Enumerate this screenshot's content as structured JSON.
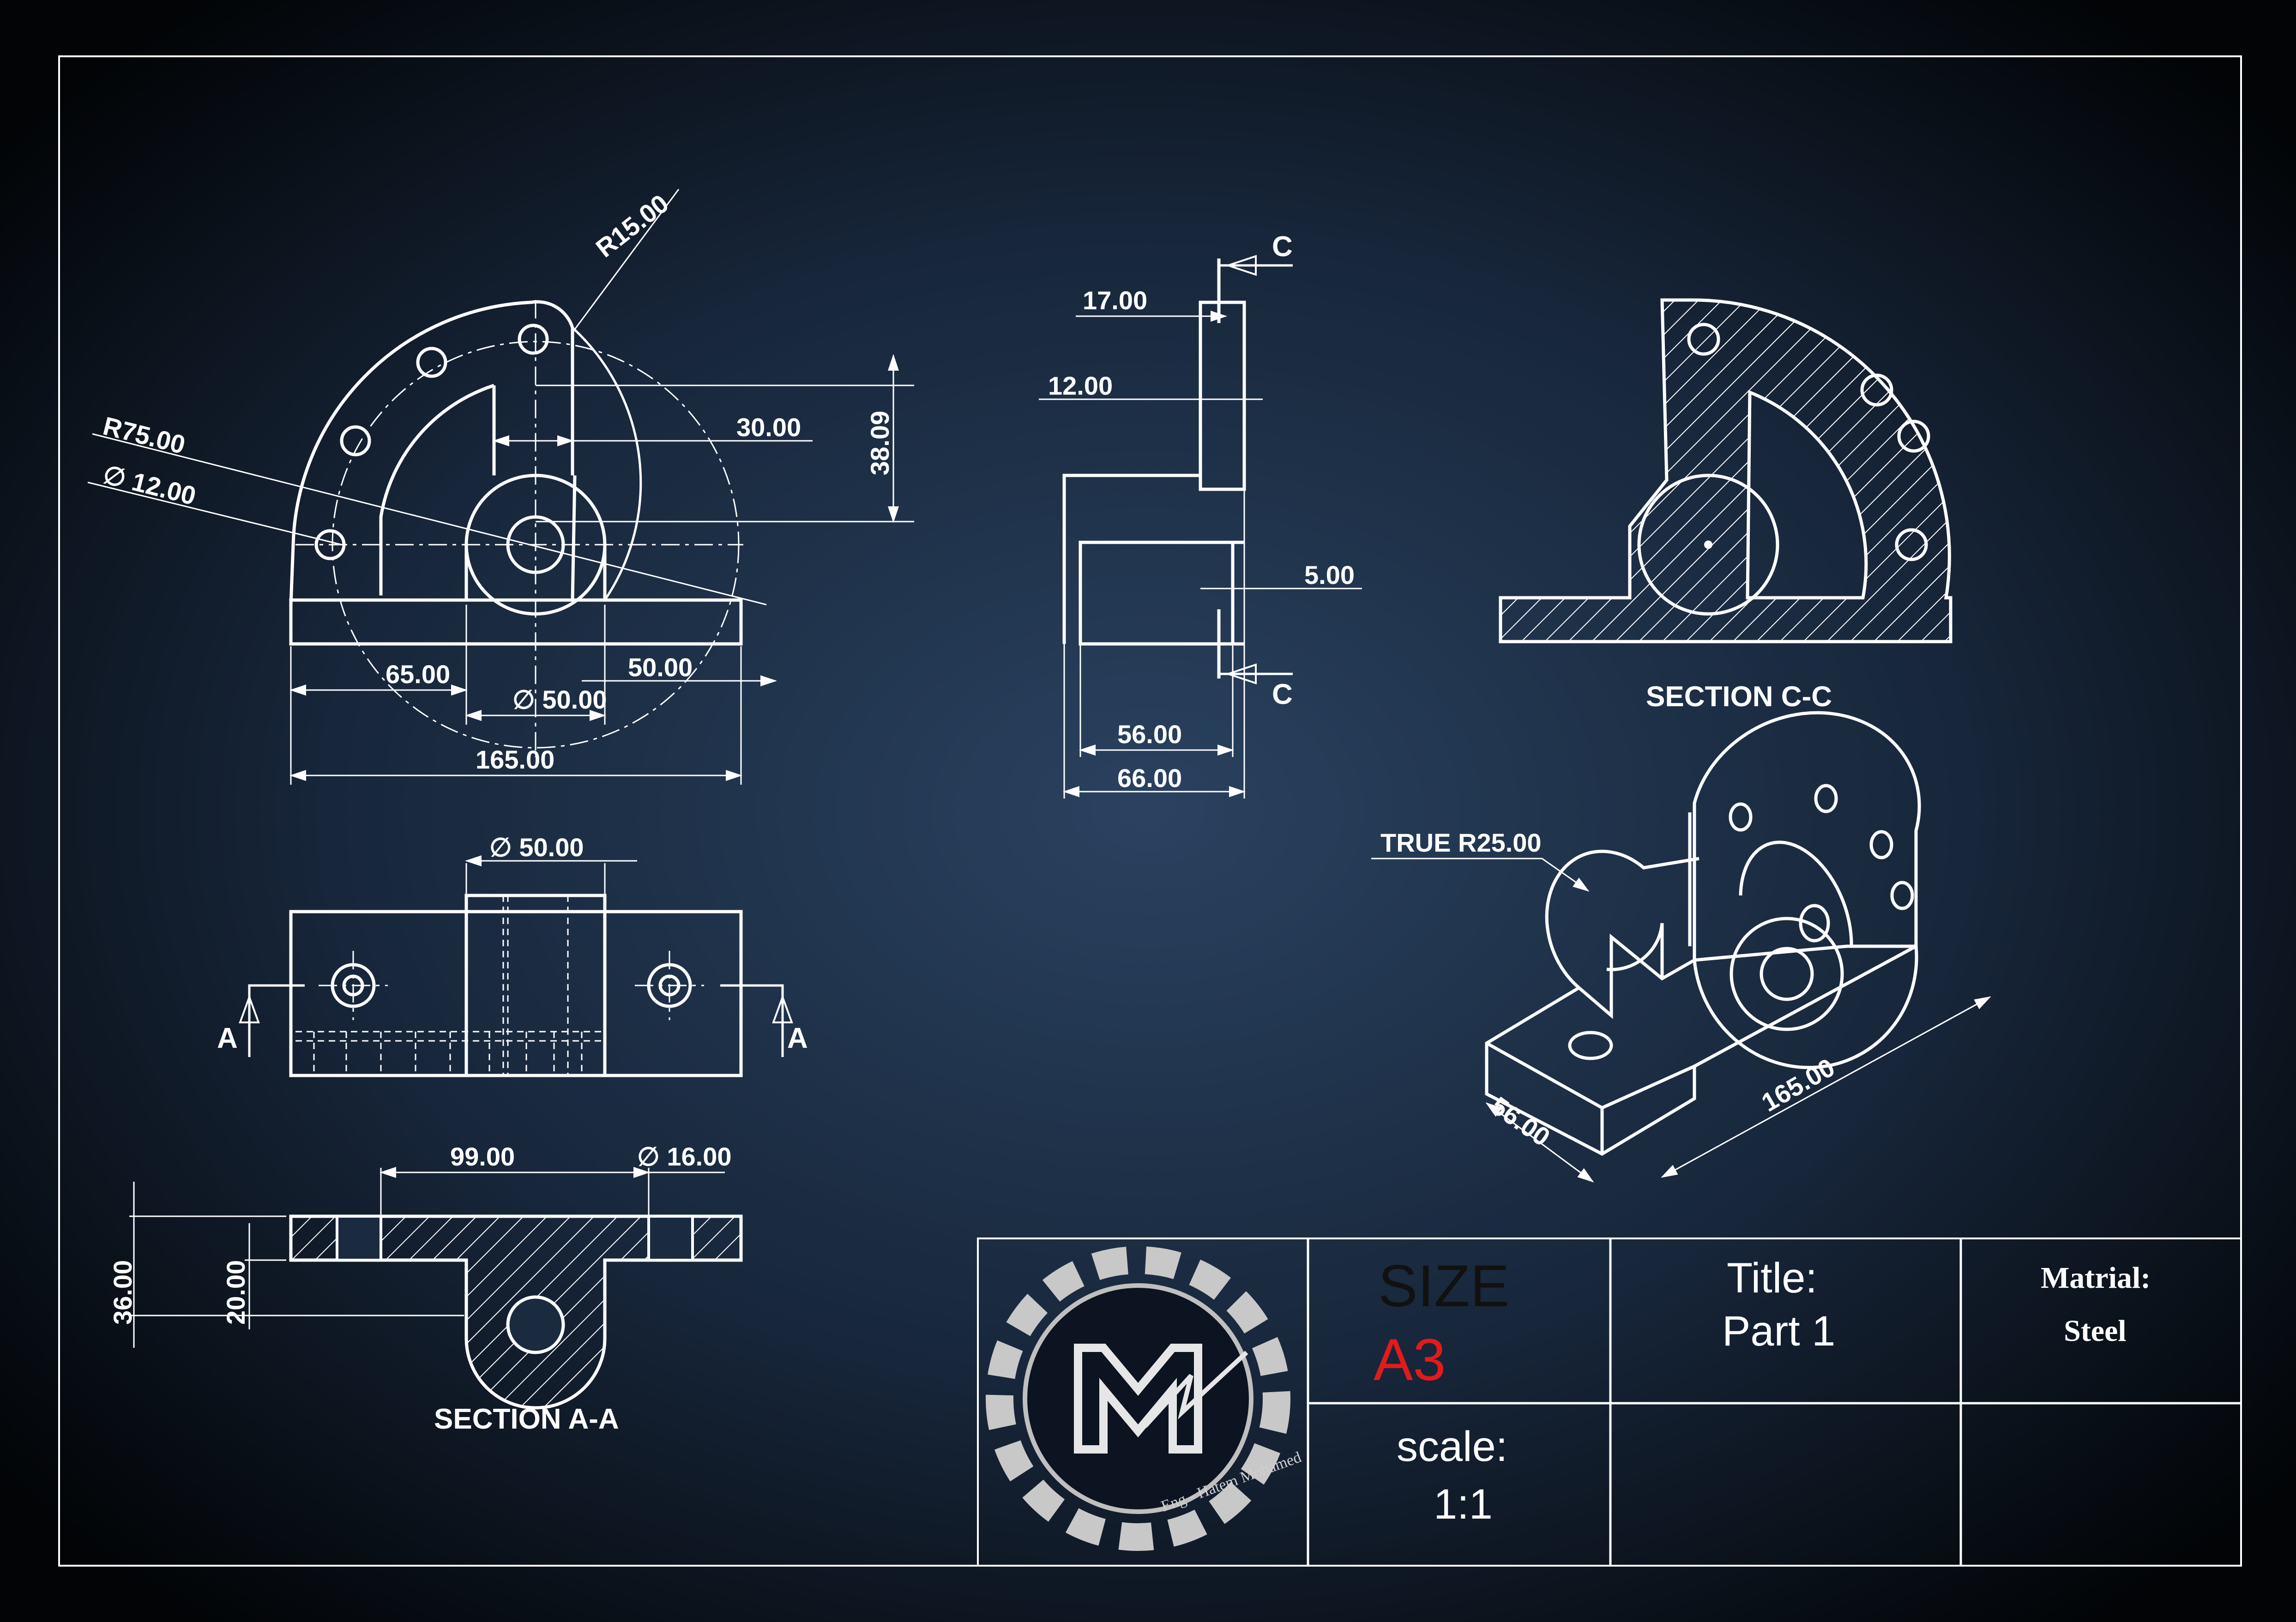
{
  "dimensions": {
    "r15": "R15.00",
    "r75": "R75.00",
    "d12": "∅ 12.00",
    "d30": "30.00",
    "d3809": "38.09",
    "d65": "65.00",
    "d50a": "50.00",
    "dia50a": "∅ 50.00",
    "d165a": "165.00",
    "d17": "17.00",
    "d12b": "12.00",
    "d5": "5.00",
    "d56a": "56.00",
    "d66": "66.00",
    "dia50b": "∅ 50.00",
    "d99": "99.00",
    "dia16": "∅ 16.00",
    "d36": "36.00",
    "d20": "20.00",
    "trueR25": "TRUE R25.00",
    "d165b": "165.00",
    "d56b": "56.00"
  },
  "markers": {
    "c_top": "C",
    "c_bottom": "C",
    "a_left": "A",
    "a_right": "A"
  },
  "labels": {
    "section_cc": "SECTION C-C",
    "section_aa": "SECTION A-A"
  },
  "title_block": {
    "size_label": "SIZE",
    "size_value": "A3",
    "scale_label": "scale:",
    "scale_value": "1:1",
    "title_label": "Title:",
    "title_value": "Part 1",
    "material_label": "Matrial:",
    "material_value": "Steel",
    "logo_signature": "Eng - Hatem Mohamed"
  },
  "colors": {
    "background_center": "#213750",
    "background_edge": "#000000",
    "line": "#ffffff",
    "size_label": "#111111",
    "size_value": "#e11b1b"
  }
}
